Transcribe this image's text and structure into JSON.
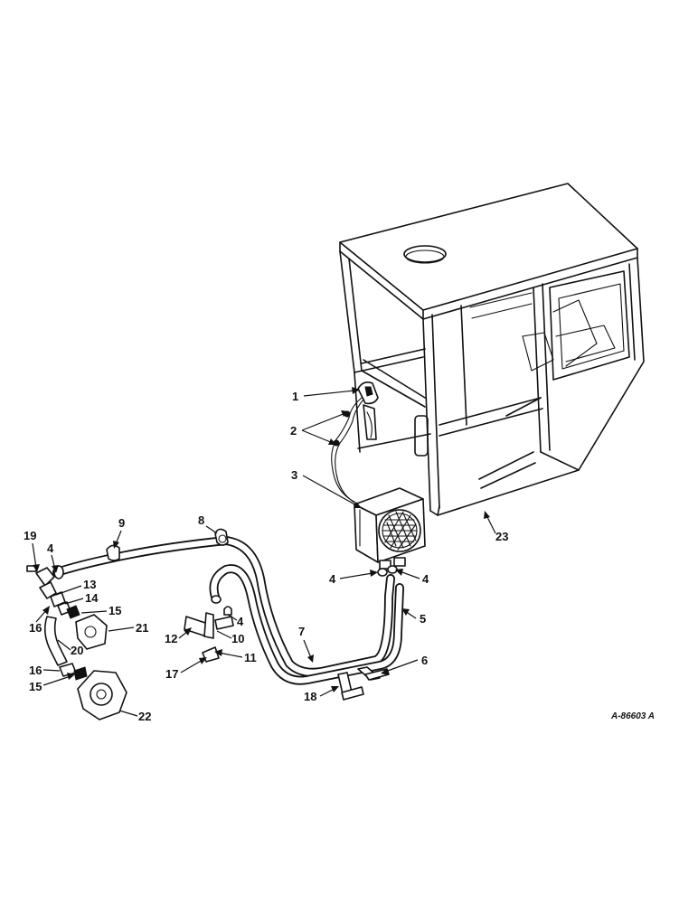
{
  "drawing_code": "A-86603 A",
  "callouts": [
    {
      "id": "c1",
      "label": "1"
    },
    {
      "id": "c2",
      "label": "2"
    },
    {
      "id": "c3",
      "label": "3"
    },
    {
      "id": "c4a",
      "label": "4"
    },
    {
      "id": "c4b",
      "label": "4"
    },
    {
      "id": "c4c",
      "label": "4"
    },
    {
      "id": "c4d",
      "label": "4"
    },
    {
      "id": "c5",
      "label": "5"
    },
    {
      "id": "c6",
      "label": "6"
    },
    {
      "id": "c7",
      "label": "7"
    },
    {
      "id": "c8",
      "label": "8"
    },
    {
      "id": "c9",
      "label": "9"
    },
    {
      "id": "c10",
      "label": "10"
    },
    {
      "id": "c11",
      "label": "11"
    },
    {
      "id": "c12",
      "label": "12"
    },
    {
      "id": "c13",
      "label": "13"
    },
    {
      "id": "c14",
      "label": "14"
    },
    {
      "id": "c15a",
      "label": "15"
    },
    {
      "id": "c15b",
      "label": "15"
    },
    {
      "id": "c16a",
      "label": "16"
    },
    {
      "id": "c16b",
      "label": "16"
    },
    {
      "id": "c17",
      "label": "17"
    },
    {
      "id": "c18",
      "label": "18"
    },
    {
      "id": "c19",
      "label": "19"
    },
    {
      "id": "c20",
      "label": "20"
    },
    {
      "id": "c21",
      "label": "21"
    },
    {
      "id": "c22",
      "label": "22"
    },
    {
      "id": "c23",
      "label": "23"
    }
  ]
}
